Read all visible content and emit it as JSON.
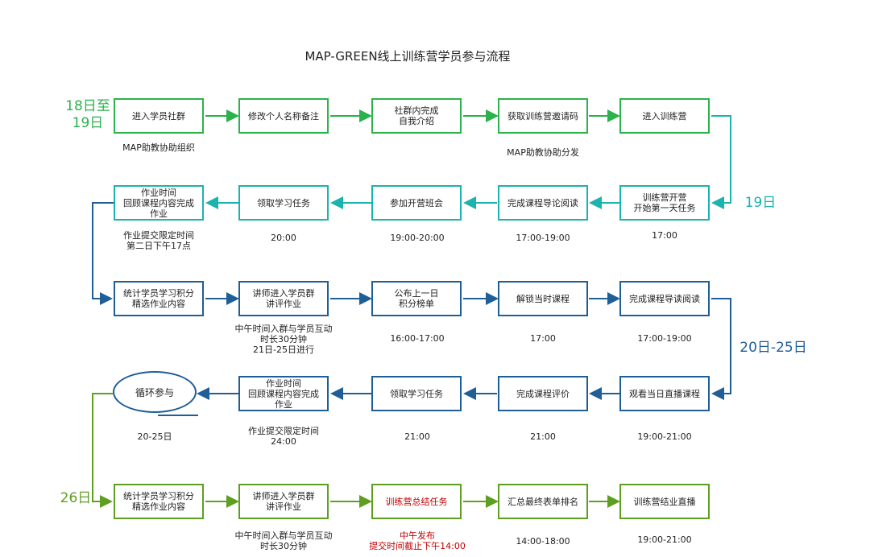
{
  "title": "MAP-GREEN线上训练营学员参与流程",
  "colors": {
    "green": "#2bb24c",
    "teal": "#1bb3ad",
    "blue": "#1f5e97",
    "olive": "#5e9f22",
    "red": "#c00000"
  },
  "days": {
    "d1": "18日至\n19日",
    "d2": "19日",
    "d3": "20日-25日",
    "d4": "26日"
  },
  "row1": {
    "boxes": [
      "进入学员社群",
      "修改个人名称备注",
      "社群内完成\n自我介绍",
      "获取训练营邀请码",
      "进入训练营"
    ],
    "captions": [
      "MAP助教协助组织",
      "MAP助教协助分发"
    ]
  },
  "row2": {
    "boxes": [
      "训练营开营\n开始第一天任务",
      "完成课程导论阅读",
      "参加开营班会",
      "领取学习任务",
      "作业时间\n回顾课程内容完成\n作业"
    ],
    "captions": [
      "17:00",
      "17:00-19:00",
      "19:00-20:00",
      "20:00",
      "作业提交限定时间\n第二日下午17点"
    ]
  },
  "row3": {
    "boxes": [
      "统计学员学习积分\n精选作业内容",
      "讲师进入学员群\n讲评作业",
      "公布上一日\n积分榜单",
      "解锁当时课程",
      "完成课程导读阅读"
    ],
    "captions": [
      "中午时间入群与学员互动\n时长30分钟\n21日-25日进行",
      "16:00-17:00",
      "17:00",
      "17:00-19:00"
    ]
  },
  "row4": {
    "boxes": [
      "观看当日直播课程",
      "完成课程评价",
      "领取学习任务",
      "作业时间\n回顾课程内容完成\n作业"
    ],
    "ellipse": "循环参与",
    "captions": [
      "19:00-21:00",
      "21:00",
      "21:00",
      "作业提交限定时间\n24:00",
      "20-25日"
    ]
  },
  "row5": {
    "boxes": [
      "统计学员学习积分\n精选作业内容",
      "讲师进入学员群\n讲评作业",
      "训练营总结任务",
      "汇总最终表单排名",
      "训练营结业直播"
    ],
    "captions": [
      "中午时间入群与学员互动\n时长30分钟",
      "中午发布\n提交时间截止下午14:00",
      "14:00-18:00",
      "19:00-21:00"
    ]
  }
}
